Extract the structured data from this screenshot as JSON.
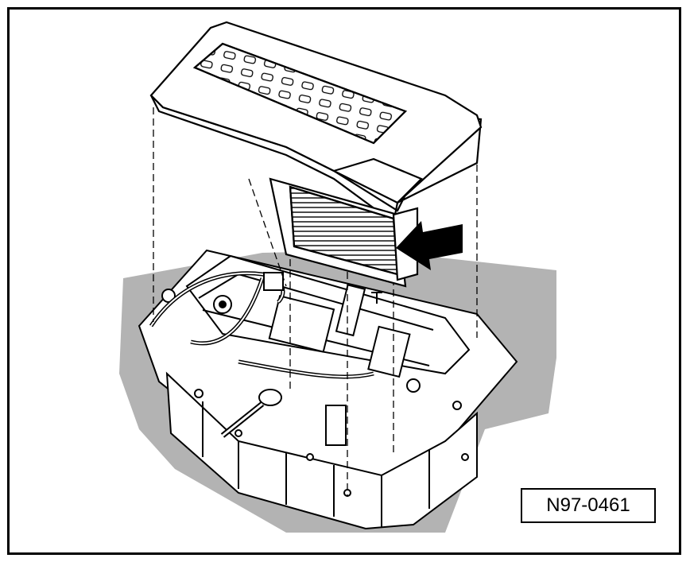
{
  "figure": {
    "code": "N97-0461",
    "icons": [
      "control-unit-cover",
      "housing-base",
      "arrow-pointer",
      "wiring-harness",
      "mounting-screw"
    ],
    "colors": {
      "line": "#000000",
      "shadow": "#b3b3b3",
      "paper": "#ffffff"
    }
  }
}
